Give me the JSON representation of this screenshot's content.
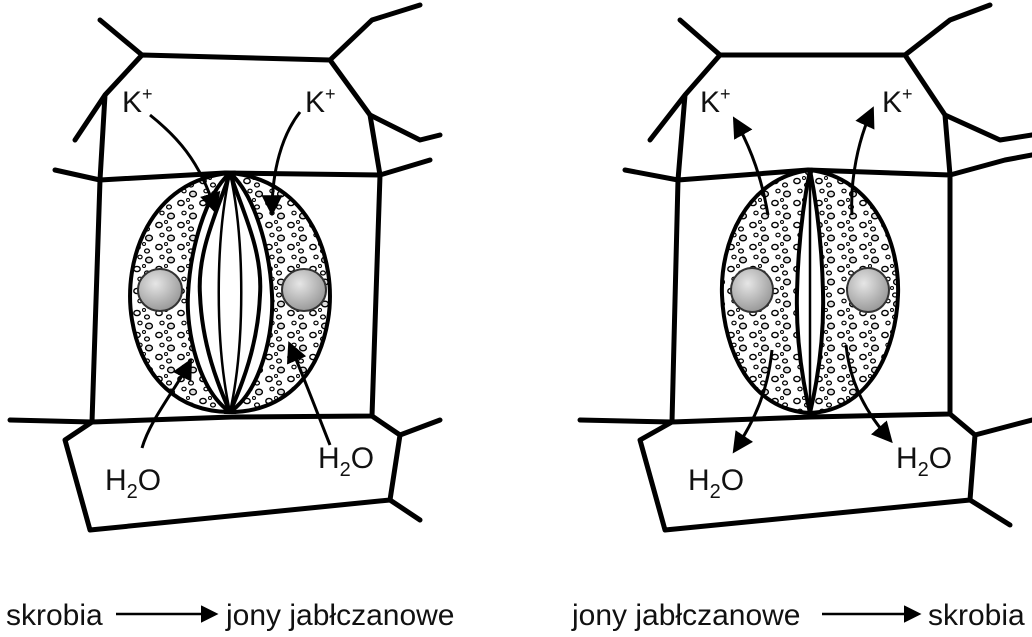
{
  "left_panel": {
    "k_left": {
      "base": "K",
      "sup": "+"
    },
    "k_right": {
      "base": "K",
      "sup": "+"
    },
    "h2o_left": {
      "a": "H",
      "sub": "2",
      "b": "O"
    },
    "h2o_right": {
      "a": "H",
      "sub": "2",
      "b": "O"
    },
    "caption": {
      "from": "skrobia",
      "to": "jony jabłczanowe"
    }
  },
  "right_panel": {
    "k_left": {
      "base": "K",
      "sup": "+"
    },
    "k_right": {
      "base": "K",
      "sup": "+"
    },
    "h2o_left": {
      "a": "H",
      "sub": "2",
      "b": "O"
    },
    "h2o_right": {
      "a": "H",
      "sub": "2",
      "b": "O"
    },
    "caption": {
      "from": "jony jabłczanowe",
      "to": "skrobia"
    }
  }
}
